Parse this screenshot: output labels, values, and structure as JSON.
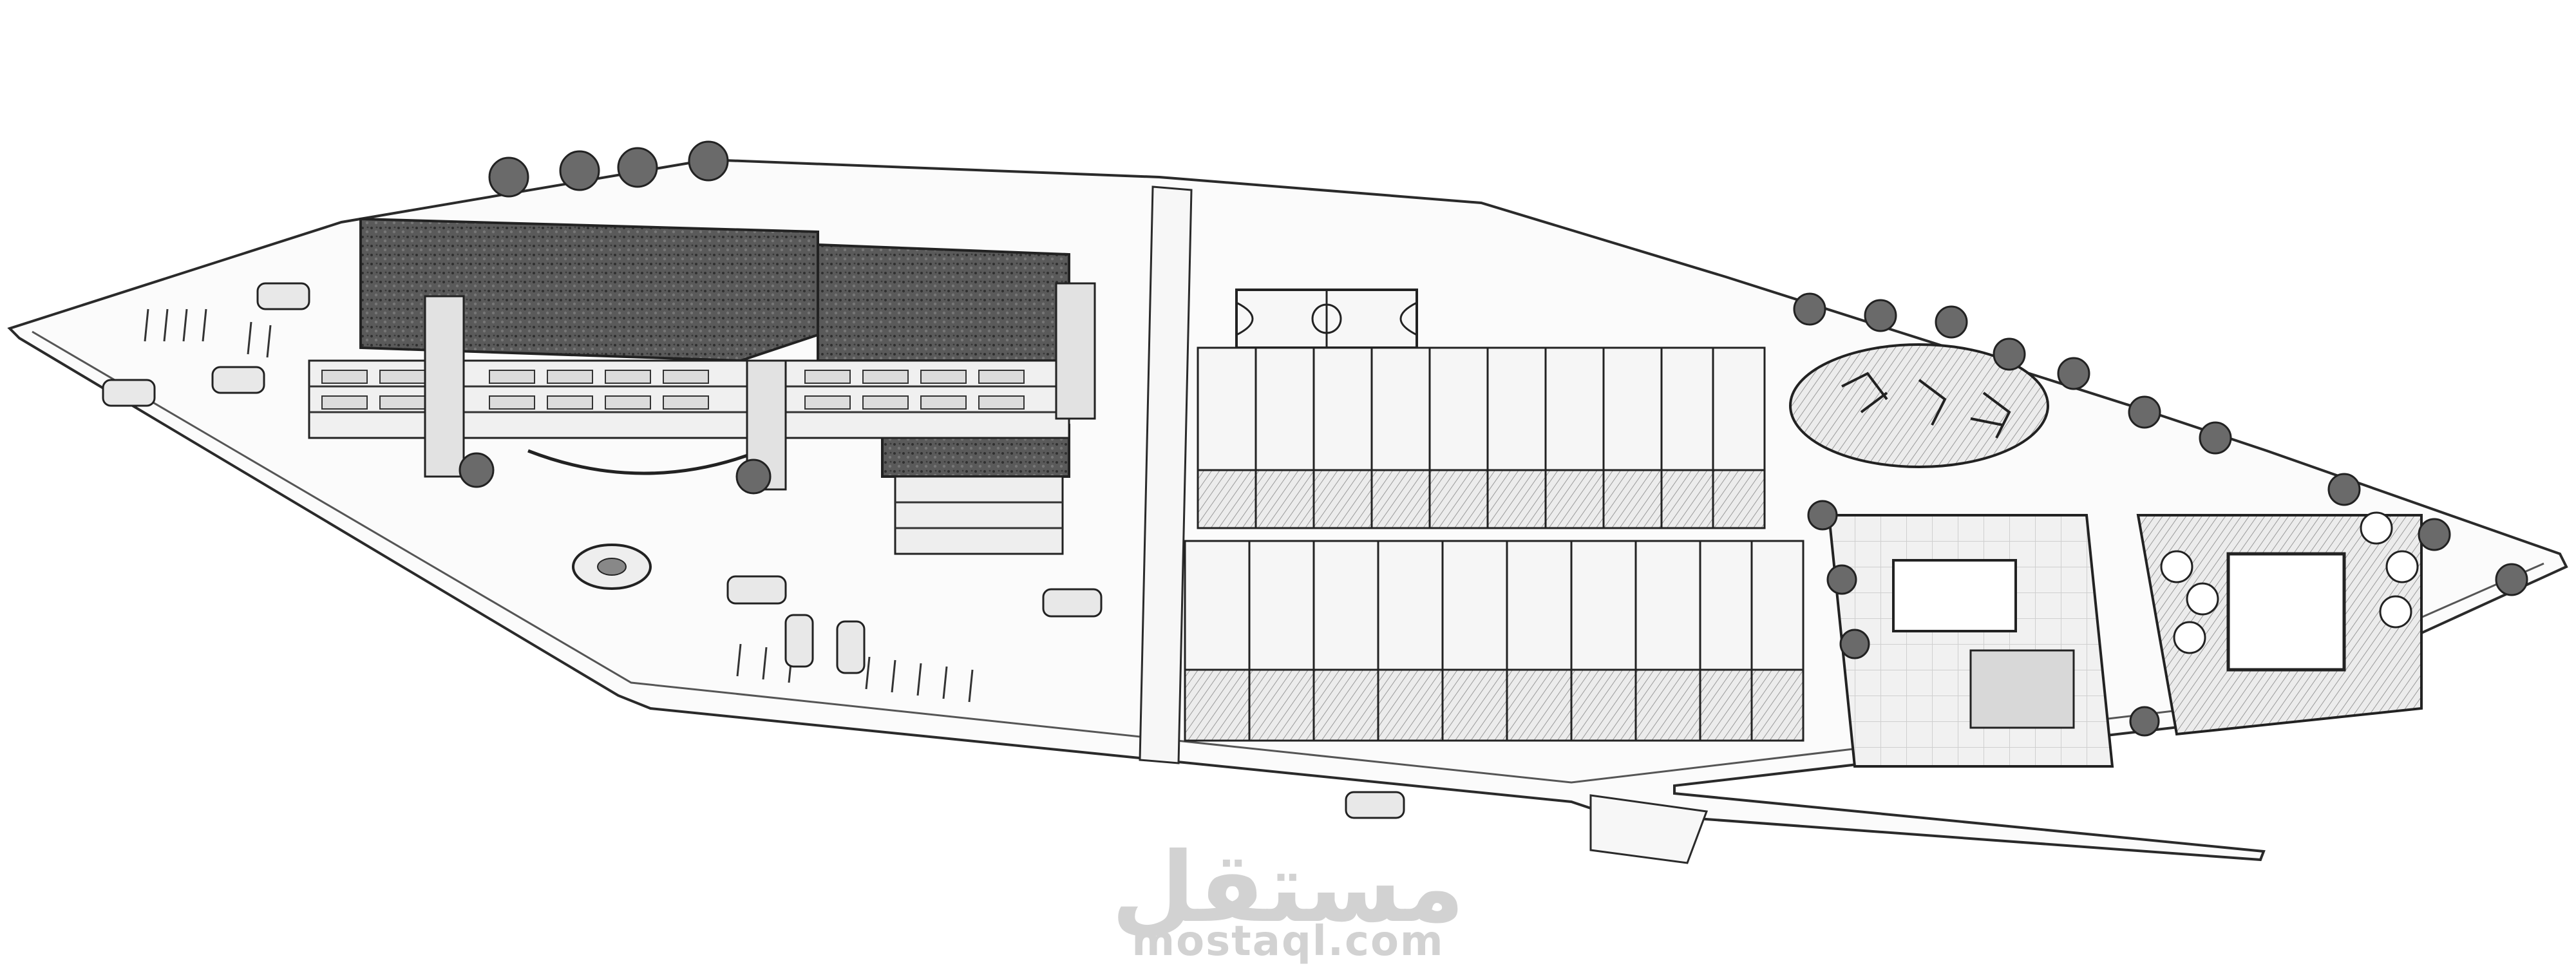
{
  "image": {
    "kind": "architectural site plan rendering (pencil sketch style)",
    "colors": {
      "paper": "#ffffff",
      "ink": "#2a2a2a",
      "roof": "#555555",
      "hatch": "#9a9a9a",
      "light_fill": "#f4f4f4",
      "watermark": "#d2d2d2"
    }
  },
  "watermark": {
    "arabic": "مستقل",
    "latin": "mostaql.com"
  }
}
